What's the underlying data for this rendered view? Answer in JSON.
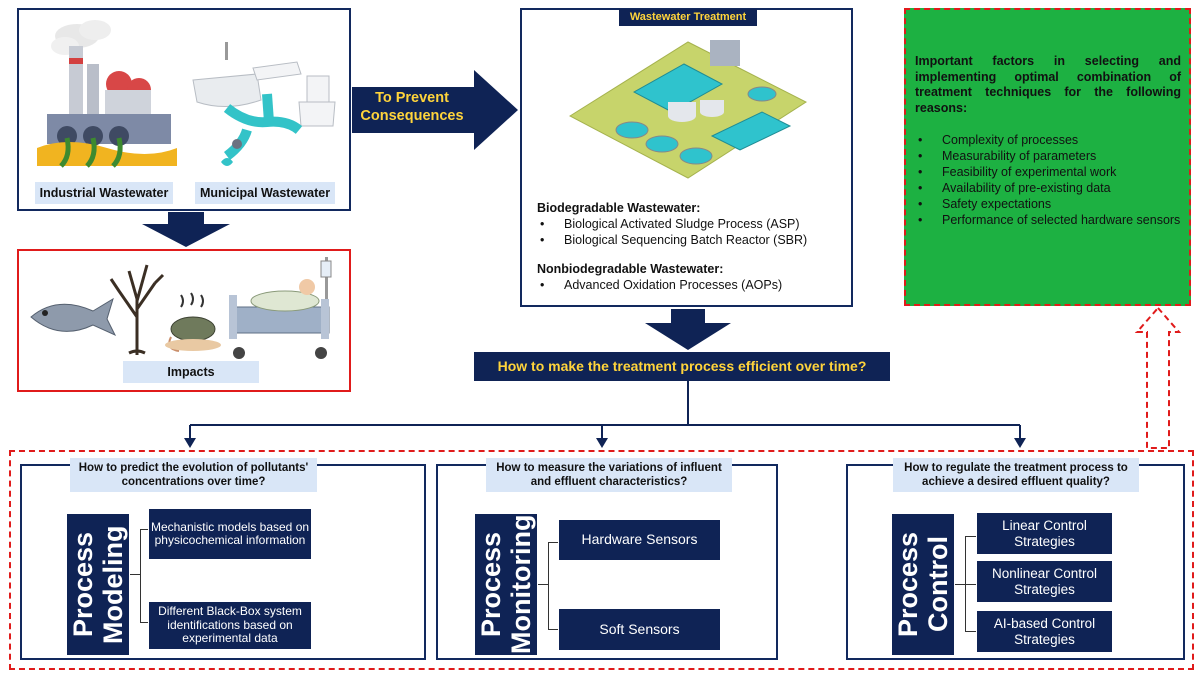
{
  "sources": {
    "industrial_label": "Industrial Wastewater",
    "municipal_label": "Municipal Wastewater"
  },
  "impacts": {
    "label": "Impacts"
  },
  "prevent_arrow": {
    "line1": "To Prevent",
    "line2": "Consequences"
  },
  "treatment": {
    "title": "Wastewater Treatment",
    "bio_heading": "Biodegradable Wastewater:",
    "bio_items": [
      "Biological Activated Sludge Process (ASP)",
      "Biological Sequencing Batch Reactor (SBR)"
    ],
    "nonbio_heading": "Nonbiodegradable Wastewater:",
    "nonbio_items": [
      "Advanced Oxidation Processes (AOPs)"
    ]
  },
  "factors": {
    "heading": "Important factors in selecting and implementing optimal combination of treatment techniques for the following reasons:",
    "items": [
      "Complexity of processes",
      "Measurability of parameters",
      "Feasibility of experimental work",
      "Availability of pre-existing data",
      "Safety expectations",
      "Performance of selected hardware sensors"
    ]
  },
  "efficiency_question": "How to make the treatment process efficient over time?",
  "panels": {
    "modeling": {
      "question": "How to predict the evolution of pollutants' concentrations over time?",
      "title": "Process Modeling",
      "items": [
        "Mechanistic models based on physicochemical information",
        "Different Black-Box system identifications based on experimental data"
      ]
    },
    "monitoring": {
      "question": "How to measure the variations of influent and effluent characteristics?",
      "title": "Process Monitoring",
      "items": [
        "Hardware Sensors",
        "Soft Sensors"
      ]
    },
    "control": {
      "question": "How to regulate the treatment process to achieve a desired effluent quality?",
      "title": "Process Control",
      "items": [
        "Linear Control Strategies",
        "Nonlinear Control Strategies",
        "AI-based Control Strategies"
      ]
    }
  },
  "colors": {
    "navy": "#0f2355",
    "label_blue": "#d9e6f7",
    "factor_green": "#1db142",
    "dashed_red": "#e01b1b",
    "question_text": "#ffd43b"
  }
}
